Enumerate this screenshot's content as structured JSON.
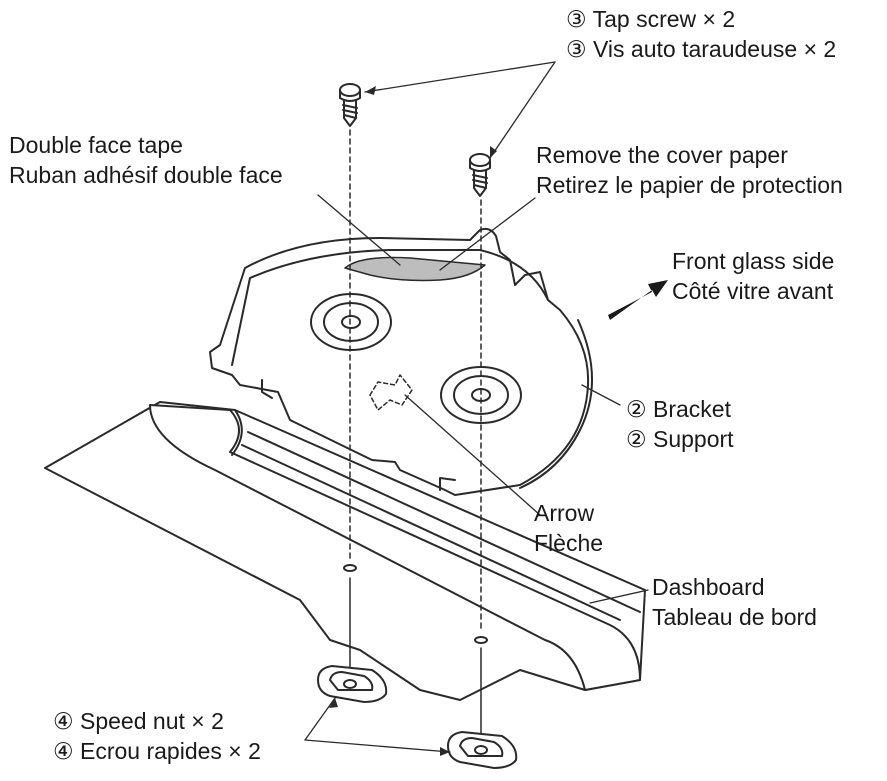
{
  "colors": {
    "line": "#2a2a2a",
    "fill": "#ffffff",
    "tape": "#bdbdbd",
    "text": "#1a1a1a"
  },
  "labels": {
    "tap_screw": {
      "en": "③ Tap screw × 2",
      "fr": "③ Vis auto taraudeuse × 2"
    },
    "double_face_tape": {
      "en": "Double face tape",
      "fr": "Ruban adhésif double face"
    },
    "cover_paper": {
      "en": "Remove the cover paper",
      "fr": "Retirez le papier de protection"
    },
    "front_glass": {
      "en": "Front glass side",
      "fr": "Côté vitre avant"
    },
    "bracket": {
      "en": "② Bracket",
      "fr": "② Support"
    },
    "arrow": {
      "en": "Arrow",
      "fr": "Flèche"
    },
    "dashboard": {
      "en": "Dashboard",
      "fr": "Tableau de bord"
    },
    "speed_nut": {
      "en": "④ Speed nut × 2",
      "fr": "④ Ecrou rapides × 2"
    }
  },
  "icons": {
    "direction": "arrow-right-up-icon"
  }
}
